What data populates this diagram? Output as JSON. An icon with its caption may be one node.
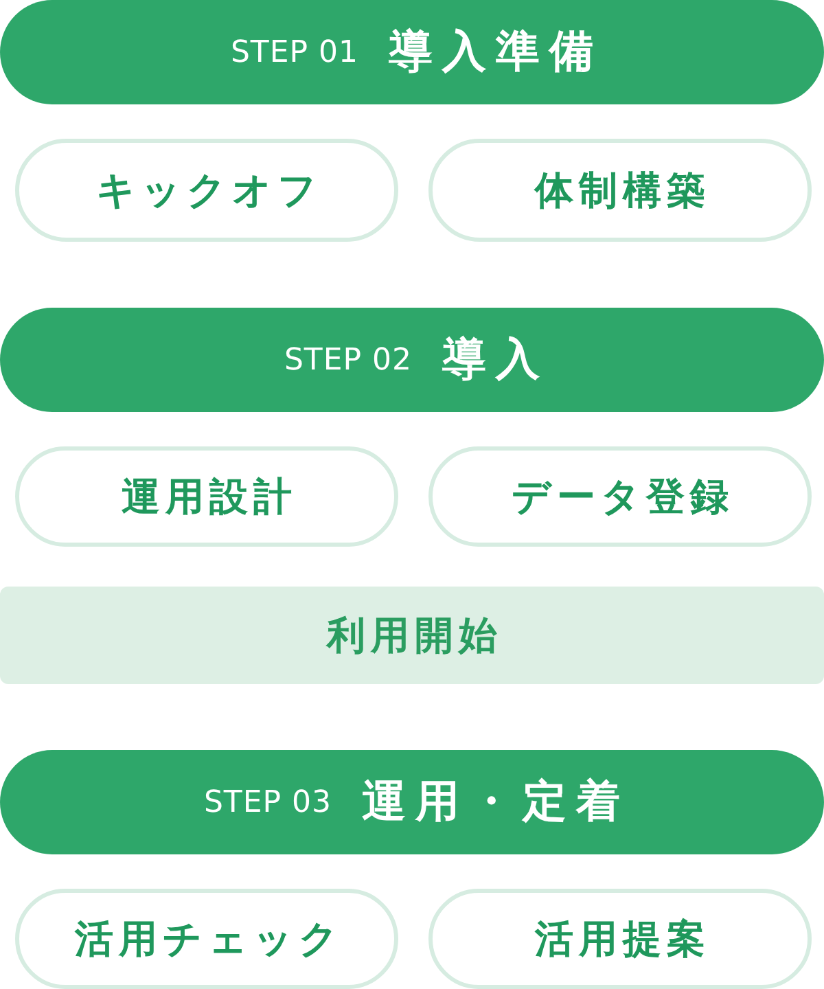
{
  "diagram": {
    "nodes": [
      {
        "text": [
          "STEP 01",
          "導入準備"
        ]
      },
      {
        "text": [
          "キックオフ"
        ]
      },
      {
        "text": [
          "体制構築"
        ]
      },
      {
        "text": [
          "STEP 02",
          "導入"
        ]
      },
      {
        "text": [
          "運用設計"
        ]
      },
      {
        "text": [
          "データ登録"
        ]
      },
      {
        "text": [
          "利用開始"
        ]
      },
      {
        "text": [
          "STEP 03",
          "運用・定着"
        ]
      },
      {
        "text": [
          "活用チェック"
        ]
      },
      {
        "text": [
          "活用提案"
        ]
      }
    ]
  }
}
